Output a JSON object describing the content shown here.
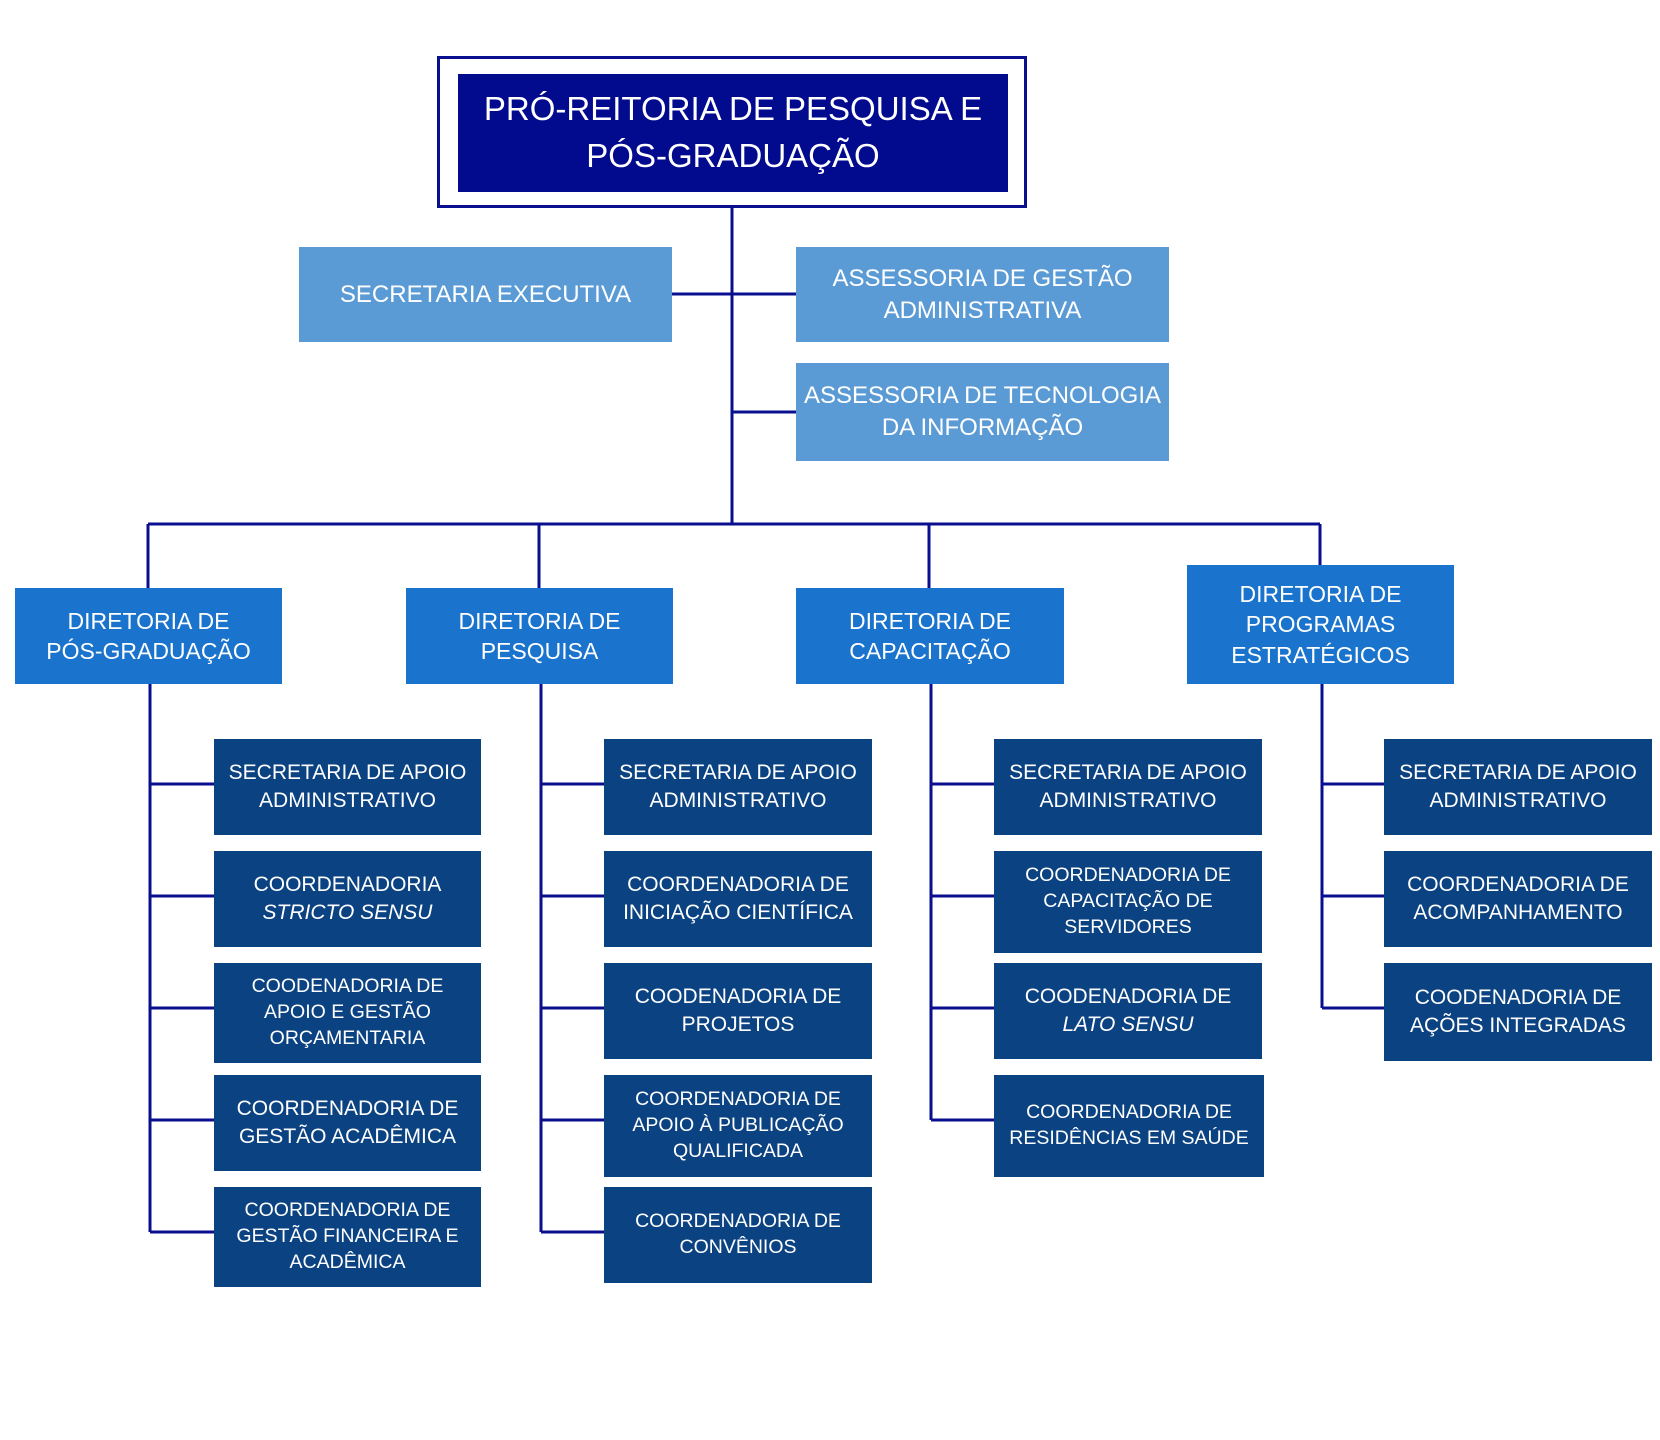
{
  "title": {
    "line1": "PRÓ-REITORIA DE PESQUISA E",
    "line2": "PÓS-GRADUAÇÃO"
  },
  "staff": {
    "secretaria_executiva": "SECRETARIA EXECUTIVA",
    "gestao_administrativa": [
      "ASSESSORIA DE GESTÃO",
      "ADMINISTRATIVA"
    ],
    "tecnologia_informacao": [
      "ASSESSORIA DE TECNOLOGIA",
      "DA INFORMAÇÃO"
    ]
  },
  "directorates": [
    {
      "name": [
        "DIRETORIA DE",
        "PÓS-GRADUAÇÃO"
      ],
      "units": [
        [
          "SECRETARIA DE APOIO",
          "ADMINISTRATIVO"
        ],
        [
          "COORDENADORIA",
          "STRICTO SENSU"
        ],
        [
          "COODENADORIA DE",
          "APOIO E GESTÃO",
          "ORÇAMENTARIA"
        ],
        [
          "COORDENADORIA DE",
          "GESTÃO ACADÊMICA"
        ],
        [
          "COORDENADORIA DE",
          "GESTÃO FINANCEIRA E",
          "ACADÊMICA"
        ]
      ]
    },
    {
      "name": [
        "DIRETORIA DE",
        "PESQUISA"
      ],
      "units": [
        [
          "SECRETARIA DE APOIO",
          "ADMINISTRATIVO"
        ],
        [
          "COORDENADORIA DE",
          "INICIAÇÃO CIENTÍFICA"
        ],
        [
          "COODENADORIA DE",
          "PROJETOS"
        ],
        [
          "COORDENADORIA DE",
          "APOIO À PUBLICAÇÃO",
          "QUALIFICADA"
        ],
        [
          "COORDENADORIA DE",
          "CONVÊNIOS"
        ]
      ]
    },
    {
      "name": [
        "DIRETORIA DE",
        "CAPACITAÇÃO"
      ],
      "units": [
        [
          "SECRETARIA DE APOIO",
          "ADMINISTRATIVO"
        ],
        [
          "COORDENADORIA DE",
          "CAPACITAÇÃO DE",
          "SERVIDORES"
        ],
        [
          "COODENADORIA DE",
          "LATO SENSU"
        ],
        [
          "COORDENADORIA DE",
          "RESIDÊNCIAS EM SAÚDE"
        ]
      ]
    },
    {
      "name": [
        "DIRETORIA DE",
        "PROGRAMAS",
        "ESTRATÉGICOS"
      ],
      "units": [
        [
          "SECRETARIA DE APOIO",
          "ADMINISTRATIVO"
        ],
        [
          "COORDENADORIA DE",
          "ACOMPANHAMENTO"
        ],
        [
          "COODENADORIA DE",
          "AÇÕES INTEGRADAS"
        ]
      ]
    }
  ],
  "colors": {
    "top": "#020a8e",
    "staff": "#5b9bd5",
    "directorate": "#1a73cc",
    "unit": "#0b4282",
    "connector": "#0a0f8f"
  }
}
